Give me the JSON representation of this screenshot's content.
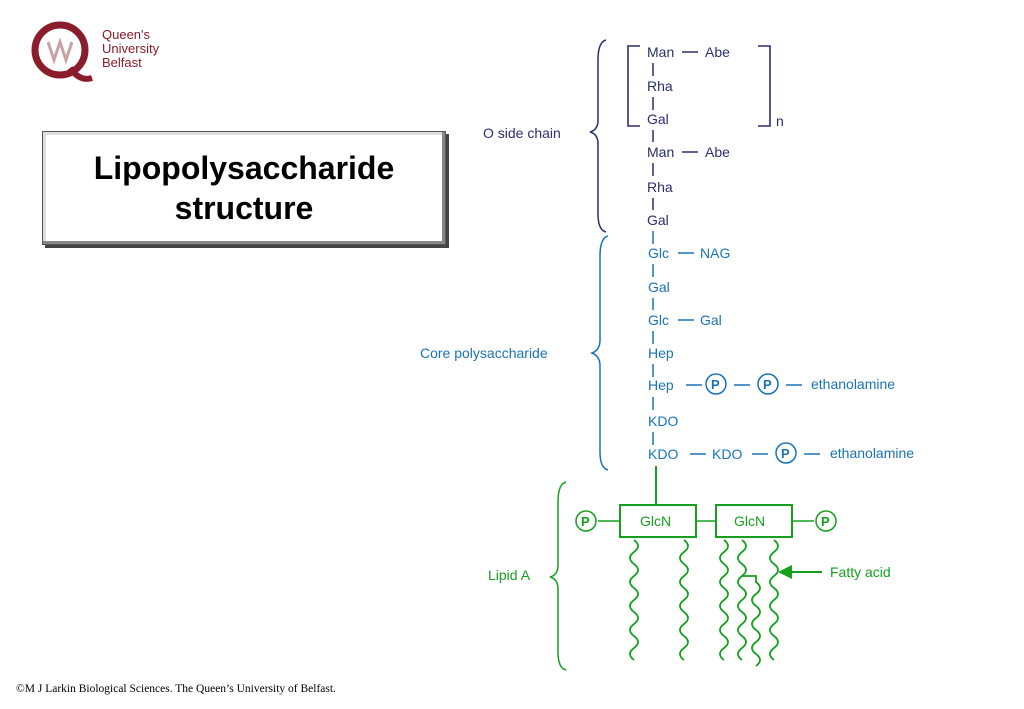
{
  "header": {
    "logo": {
      "line1": "Queen's University",
      "line2": "Belfast"
    },
    "title_line1": "Lipopolysaccharide",
    "title_line2": "structure"
  },
  "diagram": {
    "o_side_chain": {
      "label": "O side chain",
      "repeat": "n",
      "units": [
        "Man",
        "Abe",
        "Rha",
        "Gal",
        "Man",
        "Abe",
        "Rha",
        "Gal"
      ]
    },
    "core_polysaccharide": {
      "label": "Core polysaccharide",
      "units": [
        "Glc",
        "NAG",
        "Gal",
        "Glc",
        "Gal",
        "Hep",
        "Hep",
        "P",
        "P",
        "ethanolamine",
        "KDO",
        "KDO",
        "KDO",
        "P",
        "ethanolamine"
      ]
    },
    "lipid_a": {
      "label": "Lipid A",
      "units": [
        "P",
        "GlcN",
        "GlcN",
        "P"
      ],
      "fatty_acid_label": "Fatty  acid"
    },
    "colors": {
      "o_side_chain": "#2a2f6e",
      "core": "#1a73b8",
      "lipid_a": "#15a01e",
      "logo": "#8a1c2b"
    }
  },
  "footer": {
    "text": "©M J Larkin  Biological Sciences. The  Queen’s University of Belfast."
  }
}
